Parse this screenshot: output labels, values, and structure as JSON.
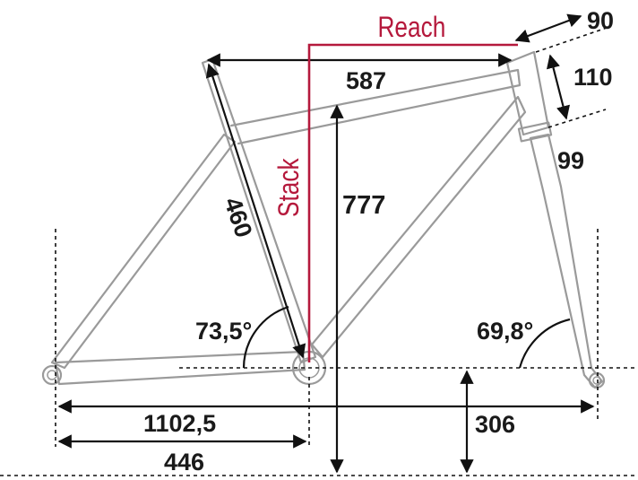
{
  "labels": {
    "reach": "Reach",
    "stack": "Stack",
    "top_tube": "587",
    "head_tube_offset": "90",
    "head_tube_length": "110",
    "fork_length": "99",
    "seat_tube": "460",
    "stack_height": "777",
    "seat_angle": "73,5°",
    "head_angle": "69,8°",
    "wheelbase": "1102,5",
    "chainstay": "446",
    "bb_height": "306"
  },
  "colors": {
    "frame": "#9a9a9a",
    "dimension": "#111111",
    "accent_red": "#b5193c"
  }
}
